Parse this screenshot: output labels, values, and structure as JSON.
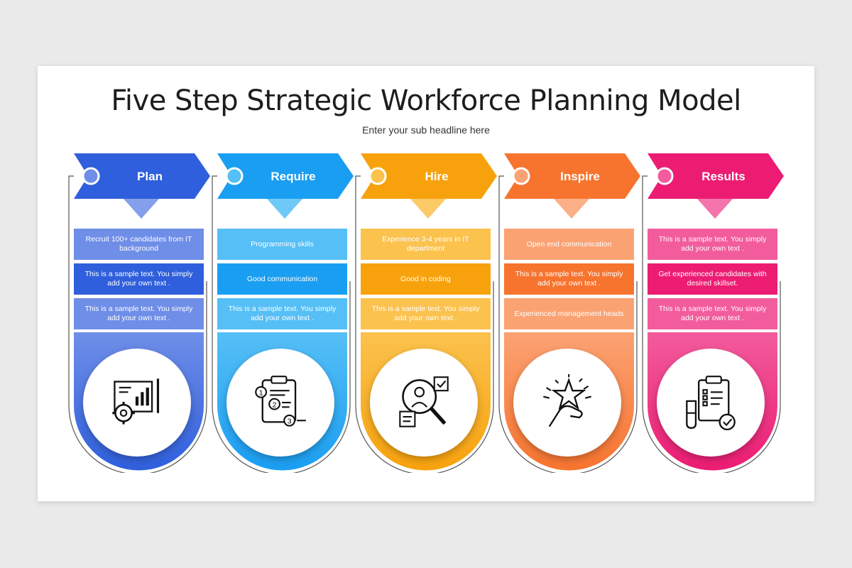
{
  "title": "Five Step Strategic Workforce Planning Model",
  "subtitle": "Enter your sub headline here",
  "steps": [
    {
      "label": "Plan",
      "color": "#2f5fdc",
      "color_light": "#6f8ee8",
      "rows": [
        "Recruit 100+ candidates from IT background",
        "This is a sample text. You simply add your own text .",
        "This is a sample text. You simply add your own text ."
      ],
      "icon": "planning-chart-gear-icon"
    },
    {
      "label": "Require",
      "color": "#1a9ef2",
      "color_light": "#56bff6",
      "rows": [
        "Programming skills",
        "Good communication",
        "This is a sample text. You simply add your own text ."
      ],
      "icon": "numbered-clipboard-icon"
    },
    {
      "label": "Hire",
      "color": "#f7a20d",
      "color_light": "#fbc24e",
      "rows": [
        "Experience 3-4 years in IT department",
        "Good in coding",
        "This is a sample text. You simply add your own text ."
      ],
      "icon": "candidate-search-icon"
    },
    {
      "label": "Inspire",
      "color": "#f7742e",
      "color_light": "#fba273",
      "rows": [
        "Open end communication",
        "This is a sample text. You simply add your own text .",
        "Experienced management heads"
      ],
      "icon": "hand-star-icon"
    },
    {
      "label": "Results",
      "color": "#ec1c73",
      "color_light": "#f25c9c",
      "rows": [
        "This is a sample text. You simply add your own text .",
        "Get experienced candidates with desired skillset.",
        "This is a sample text. You simply add your own text ."
      ],
      "icon": "results-clipboard-icon"
    }
  ]
}
